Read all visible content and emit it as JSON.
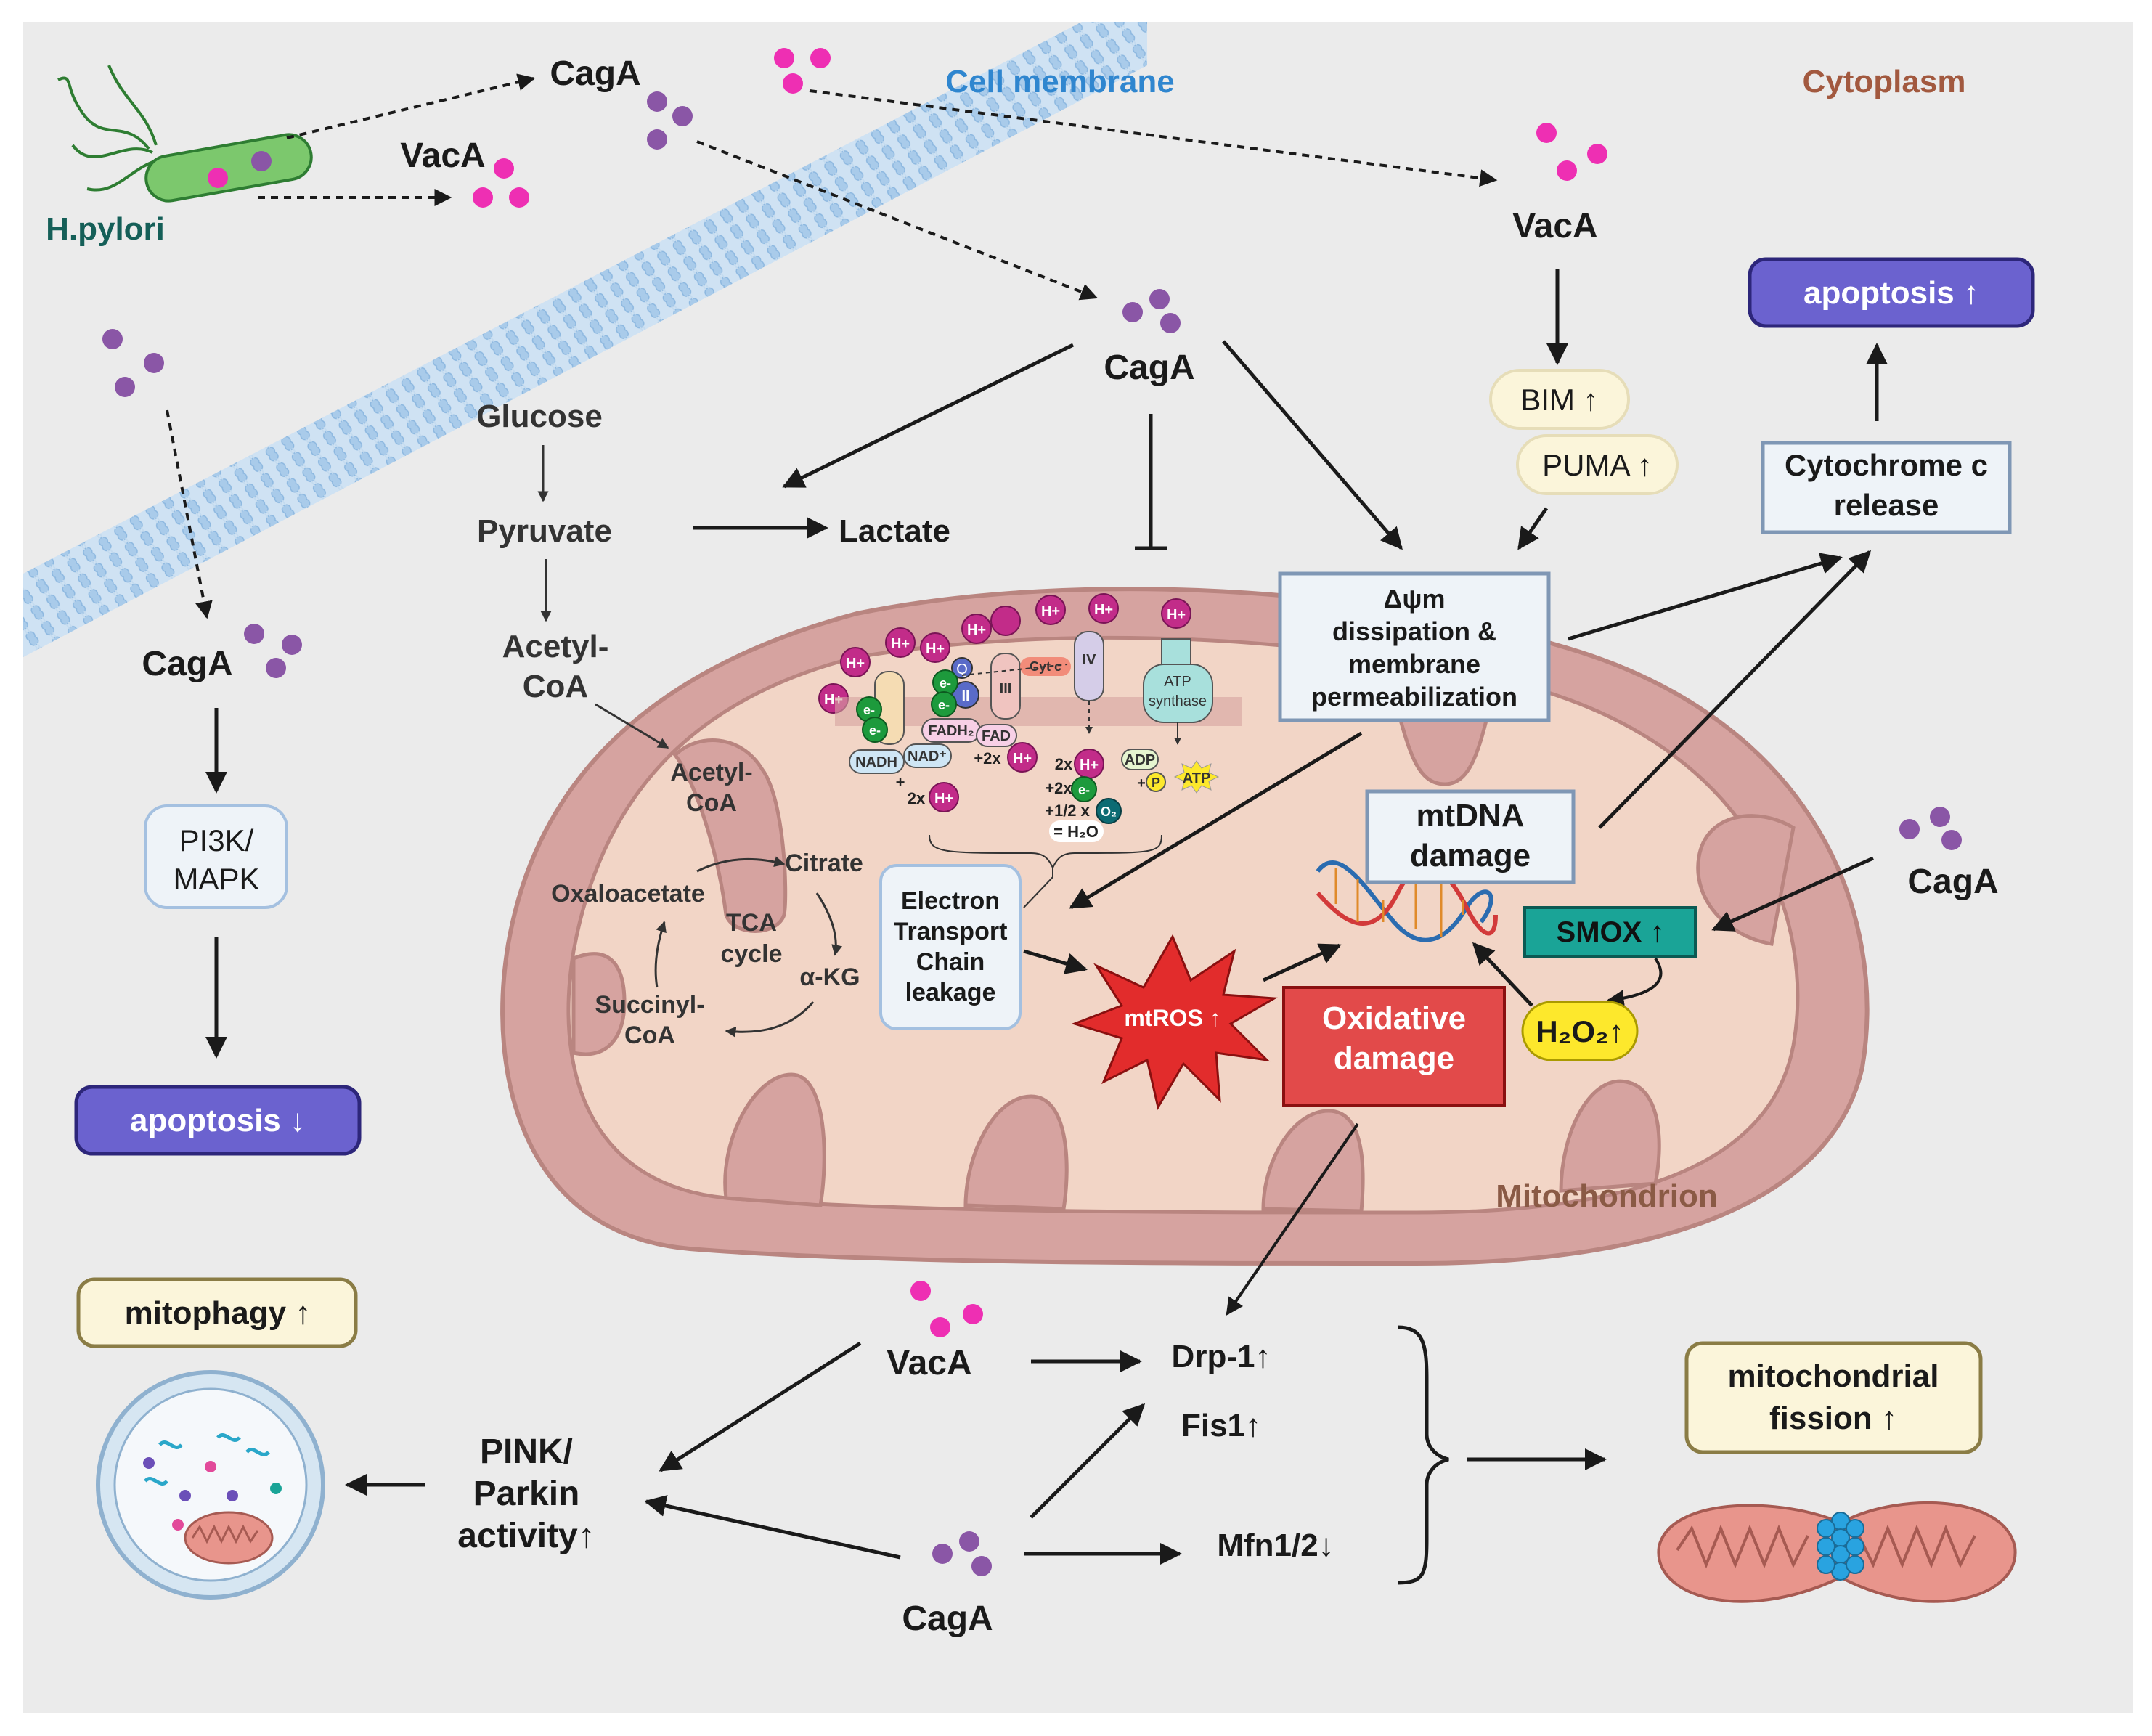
{
  "labels": {
    "hpylori": "H.pylori",
    "cell_membrane": "Cell membrane",
    "cytoplasm": "Cytoplasm",
    "mitochondrion": "Mitochondrion",
    "caga": "CagA",
    "vaca": "VacA",
    "glucose": "Glucose",
    "pyruvate": "Pyruvate",
    "lactate": "Lactate",
    "acetyl_coa_line1": "Acetyl-",
    "acetyl_coa_line2": "CoA",
    "acetyl_coa_inner_line1": "Acetyl-",
    "acetyl_coa_inner_line2": "CoA",
    "citrate": "Citrate",
    "oxaloacetate": "Oxaloacetate",
    "tca_line1": "TCA",
    "tca_line2": "cycle",
    "akg": "α-KG",
    "succinyl_line1": "Succinyl-",
    "succinyl_line2": "CoA",
    "pi3k_line1": "PI3K/",
    "pi3k_line2": "MAPK",
    "apoptosis_down": "apoptosis ↓",
    "apoptosis_up": "apoptosis ↑",
    "bim": "BIM ↑",
    "puma": "PUMA ↑",
    "cytc_line1": "Cytochrome c",
    "cytc_line2": "release",
    "dpsi_line1": "Δψm",
    "dpsi_line2": "dissipation &",
    "dpsi_line3": "membrane",
    "dpsi_line4": "permeabilization",
    "mtdna_line1": "mtDNA",
    "mtdna_line2": "damage",
    "smox": "SMOX ↑",
    "h2o2": "H₂O₂↑",
    "etc_line1": "Electron",
    "etc_line2": "Transport",
    "etc_line3": "Chain",
    "etc_line4": "leakage",
    "mtros": "mtROS ↑",
    "oxidative_line1": "Oxidative",
    "oxidative_line2": "damage",
    "mitophagy": "mitophagy ↑",
    "pink_line1": "PINK/",
    "pink_line2": "Parkin",
    "pink_line3": "activity↑",
    "drp1": "Drp-1↑",
    "fis1": "Fis1↑",
    "mfn": "Mfn1/2↓",
    "fission_line1": "mitochondrial",
    "fission_line2": "fission ↑"
  },
  "etc": {
    "h_plus": "H+",
    "e_minus": "e-",
    "q": "Q",
    "complex_ii": "II",
    "complex_iii": "III",
    "complex_iv": "IV",
    "cyt_c": "Cyt c",
    "nadh": "NADH",
    "nad": "NAD⁺",
    "fadh2": "FADH₂",
    "fad": "FAD",
    "atp_synthase_line1": "ATP",
    "atp_synthase_line2": "synthase",
    "adp": "ADP",
    "p": "P",
    "atp": "ATP",
    "two_x": "2x",
    "plus_two_x": "+2x",
    "plus": "+",
    "half_o2": "+1/2 x",
    "o2": "O₂",
    "equals_h2o": "= H₂O"
  },
  "colors": {
    "background": "#ebebeb",
    "caga_dot": "#8a56a6",
    "vaca_dot": "#ee2fb3",
    "mito_outer": "#d6a3a0",
    "mito_inner": "#f2d5c6",
    "box_border": "#7f97b5",
    "apoptosis_box": "#6b62cf",
    "smox_box": "#1aa497",
    "oxidative_box": "#e24a4a",
    "h2o2_box": "#fde82c",
    "yellow_box": "#fbf5da",
    "membrane": "#a8cbe8"
  }
}
